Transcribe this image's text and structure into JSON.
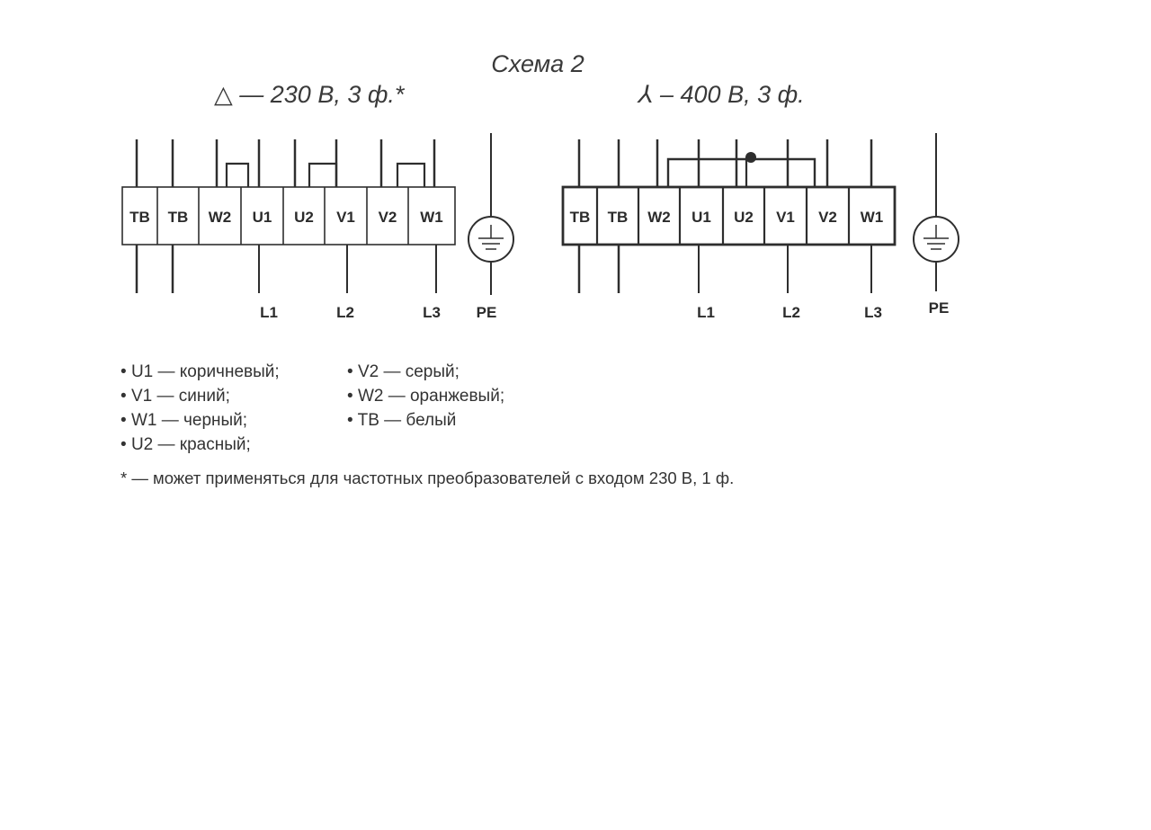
{
  "title": "Схема 2",
  "delta": {
    "symbol": "△",
    "label": " — 230 В, 3 ф.*"
  },
  "star": {
    "symbol": "⅄",
    "label": " – 400 В, 3 ф."
  },
  "blocks_delta": [
    "TB",
    "TB",
    "W2",
    "U1",
    "U2",
    "V1",
    "V2",
    "W1"
  ],
  "blocks_star": [
    "TB",
    "TB",
    "W2",
    "U1",
    "U2",
    "V1",
    "V2",
    "W1"
  ],
  "lines": [
    "L1",
    "L2",
    "L3"
  ],
  "pe": "PE",
  "legend_left": [
    "U1 — коричневый;",
    "V1 — синий;",
    "W1 — черный;",
    "U2 — красный;"
  ],
  "legend_right": [
    "V2 — серый;",
    "W2 — оранжевый;",
    "TB — белый"
  ],
  "footnote": "* — может применяться для частотных преобразователей с входом 230 В, 1 ф."
}
